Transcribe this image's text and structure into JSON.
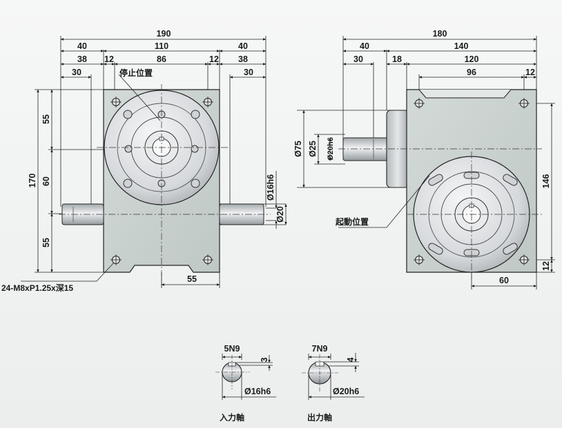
{
  "front_view": {
    "dims_top": [
      "190",
      "40",
      "110",
      "40",
      "38",
      "12",
      "86",
      "12",
      "38",
      "30",
      "30"
    ],
    "dims_left": [
      "170",
      "55",
      "60",
      "55"
    ],
    "dims_right": [
      "Ø16h6",
      "Ø20"
    ],
    "dim_bottom": "55",
    "stop_position": "停止位置",
    "tapped_holes": "24-M8xP1.25x深15"
  },
  "side_view": {
    "dims_top": [
      "180",
      "40",
      "140",
      "30",
      "18",
      "120",
      "96",
      "12"
    ],
    "dims_left": [
      "Ø75",
      "Ø25",
      "Ø20h6"
    ],
    "dims_right": [
      "146",
      "12"
    ],
    "dim_bottom": "60",
    "start_position": "起動位置"
  },
  "shaft_details": {
    "input": {
      "keyway": "5N9",
      "depth": "3",
      "diameter": "Ø16h6",
      "label": "入力軸"
    },
    "output": {
      "keyway": "7N9",
      "depth": "4",
      "diameter": "Ø20h6",
      "label": "出力軸"
    }
  }
}
